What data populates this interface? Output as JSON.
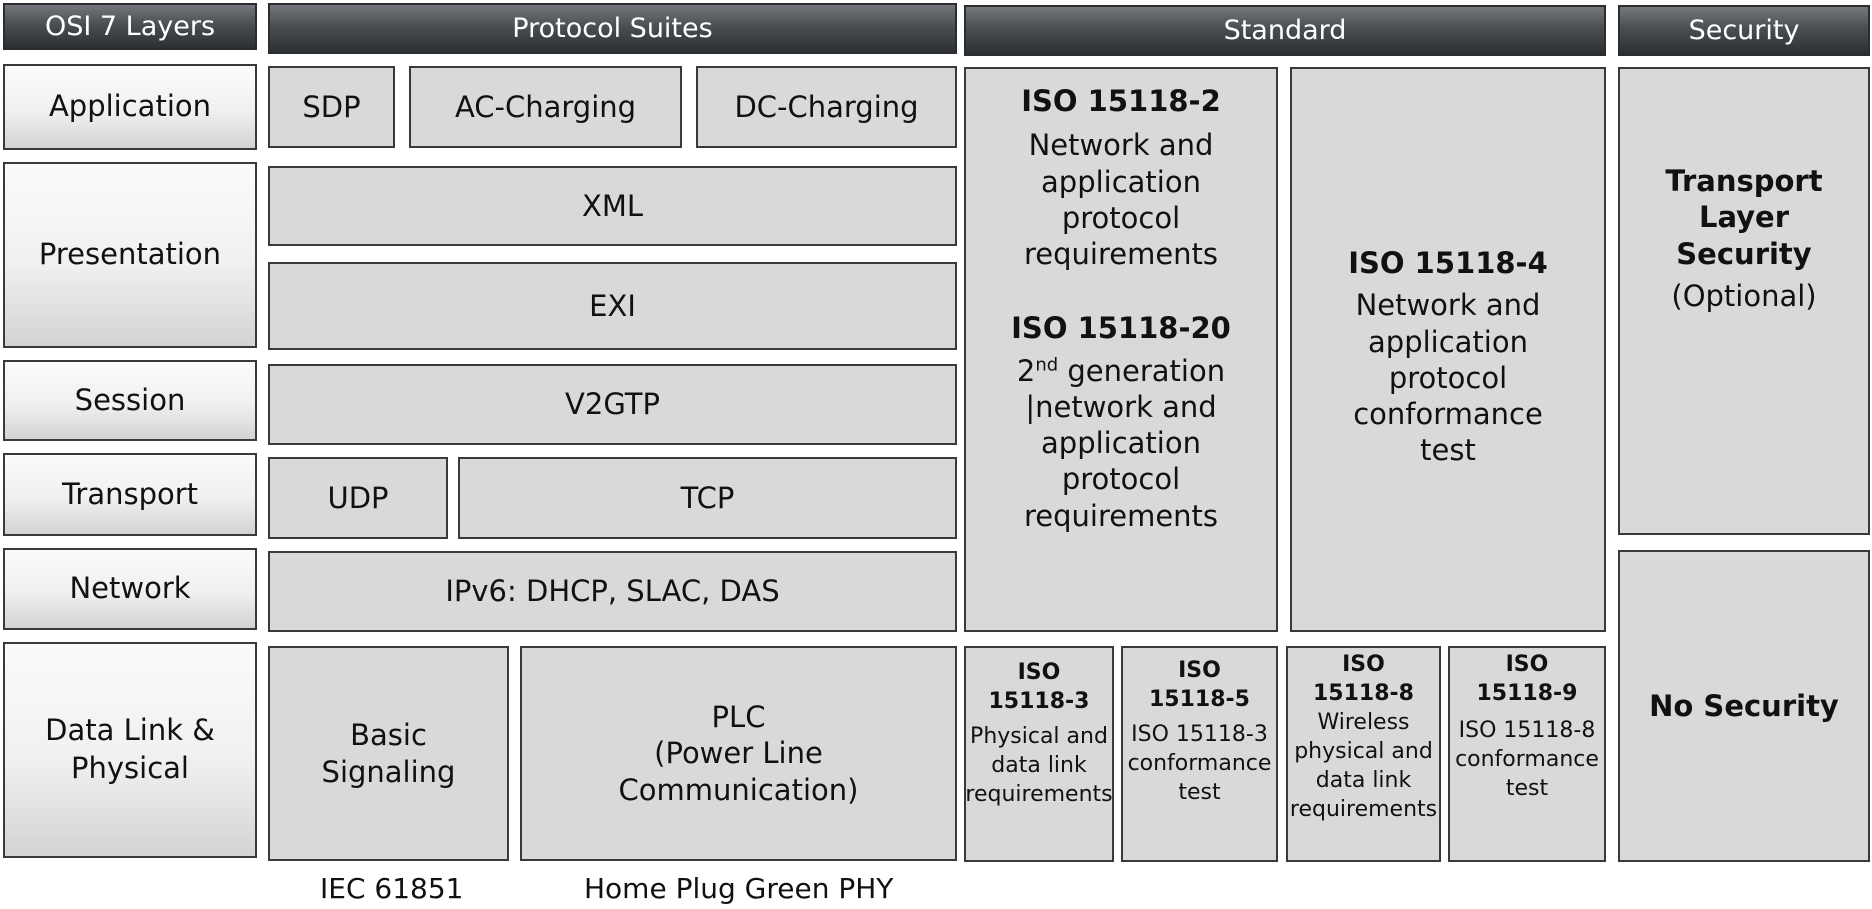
{
  "headers": {
    "osi": "OSI 7 Layers",
    "protocols": "Protocol Suites",
    "standard": "Standard",
    "security": "Security"
  },
  "osi_layers": {
    "application": "Application",
    "presentation": "Presentation",
    "session": "Session",
    "transport": "Transport",
    "network": "Network",
    "datalink_line1": "Data Link &",
    "datalink_line2": "Physical"
  },
  "protocols": {
    "sdp": "SDP",
    "ac_charging": "AC-Charging",
    "dc_charging": "DC-Charging",
    "xml": "XML",
    "exi": "EXI",
    "v2gtp": "V2GTP",
    "udp": "UDP",
    "tcp": "TCP",
    "ipv6": "IPv6: DHCP, SLAC, DAS",
    "basic_line1": "Basic",
    "basic_line2": "Signaling",
    "plc_line1": "PLC",
    "plc_line2": "(Power Line",
    "plc_line3": "Communication)"
  },
  "standards": {
    "iso2_title": "ISO 15118-2",
    "iso2_l1": "Network and",
    "iso2_l2": "application",
    "iso2_l3": "protocol",
    "iso2_l4": "requirements",
    "iso20_title": "ISO 15118-20",
    "iso20_num": "2",
    "iso20_sup": "nd",
    "iso20_l1_rest": " generation",
    "iso20_l2": "|network and",
    "iso20_l3": "application",
    "iso20_l4": "protocol",
    "iso20_l5": "requirements",
    "iso4_title": "ISO 15118-4",
    "iso4_l1": "Network and",
    "iso4_l2": "application",
    "iso4_l3": "protocol",
    "iso4_l4": "conformance",
    "iso4_l5": "test",
    "iso3_t1": "ISO",
    "iso3_t2": "15118-3",
    "iso3_l1": "Physical and",
    "iso3_l2": "data link",
    "iso3_l3": "requirements",
    "iso5_t1": "ISO",
    "iso5_t2": "15118-5",
    "iso5_l1": "ISO 15118-3",
    "iso5_l2": "conformance",
    "iso5_l3": "test",
    "iso8_t1": "ISO",
    "iso8_t2": "15118-8",
    "iso8_l1": "Wireless",
    "iso8_l2": "physical and",
    "iso8_l3": "data link",
    "iso8_l4": "requirements",
    "iso9_t1": "ISO",
    "iso9_t2": "15118-9",
    "iso9_l1": "ISO 15118-8",
    "iso9_l2": "conformance",
    "iso9_l3": "test"
  },
  "security": {
    "tls_l1": "Transport",
    "tls_l2": "Layer",
    "tls_l3": "Security",
    "tls_opt": "(Optional)",
    "none": "No Security"
  },
  "footnotes": {
    "iec": "IEC 61851",
    "homeplug": "Home Plug Green PHY"
  },
  "colors": {
    "cell_fill": "#d9d9d9",
    "header_dark": "#2c2f34",
    "border": "#3a3a3a"
  }
}
